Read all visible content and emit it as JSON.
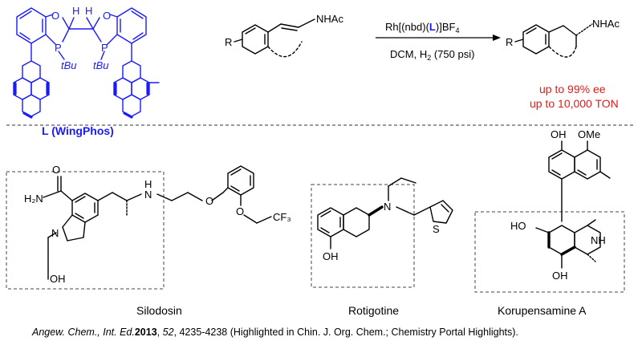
{
  "ligand": {
    "label_prefix": "L (",
    "label_name": "WingPhos",
    "label_suffix": ")",
    "atoms": {
      "o1": "O",
      "o2": "O",
      "h1": "H",
      "h2": "H",
      "p1": "P",
      "p2": "P",
      "tbu1": "tBu",
      "tbu2": "tBu"
    }
  },
  "reaction": {
    "reactant": {
      "r": "R",
      "nhac": "NHAc"
    },
    "product": {
      "r": "R",
      "nhac": "NHAc"
    },
    "catalyst": {
      "pre": "Rh[(nbd)(",
      "L": "L",
      "post": ")]BF",
      "sub": "4"
    },
    "conditions": {
      "pre": "DCM, H",
      "sub": "2",
      "post": " (750 psi)"
    },
    "results": [
      "up to 99% ee",
      "up to 10,000 TON"
    ]
  },
  "molecules": [
    {
      "name": "Silodosin",
      "atoms": {
        "o": "O",
        "h2n": "H₂N",
        "nh": "N",
        "h": "H",
        "n": "N",
        "oh": "OH",
        "o2": "O",
        "o3": "O",
        "cf3": "CF₃"
      }
    },
    {
      "name": "Rotigotine",
      "atoms": {
        "n": "N",
        "s": "S",
        "oh": "OH"
      }
    },
    {
      "name": "Korupensamine A",
      "atoms": {
        "oh1": "OH",
        "ome": "OMe",
        "ho": "HO",
        "nh": "NH",
        "oh2": "OH"
      }
    }
  ],
  "reference": {
    "journal": "Angew. Chem., Int. Ed.",
    "year": "2013",
    "volume": "52",
    "pages": ", 4235-4238 (Highlighted in Chin. J. Org. Chem.; Chemistry Portal Highlights)."
  },
  "colors": {
    "ligand": "#1a1aff",
    "highlight": "#e01b1b",
    "ink": "#000000"
  }
}
